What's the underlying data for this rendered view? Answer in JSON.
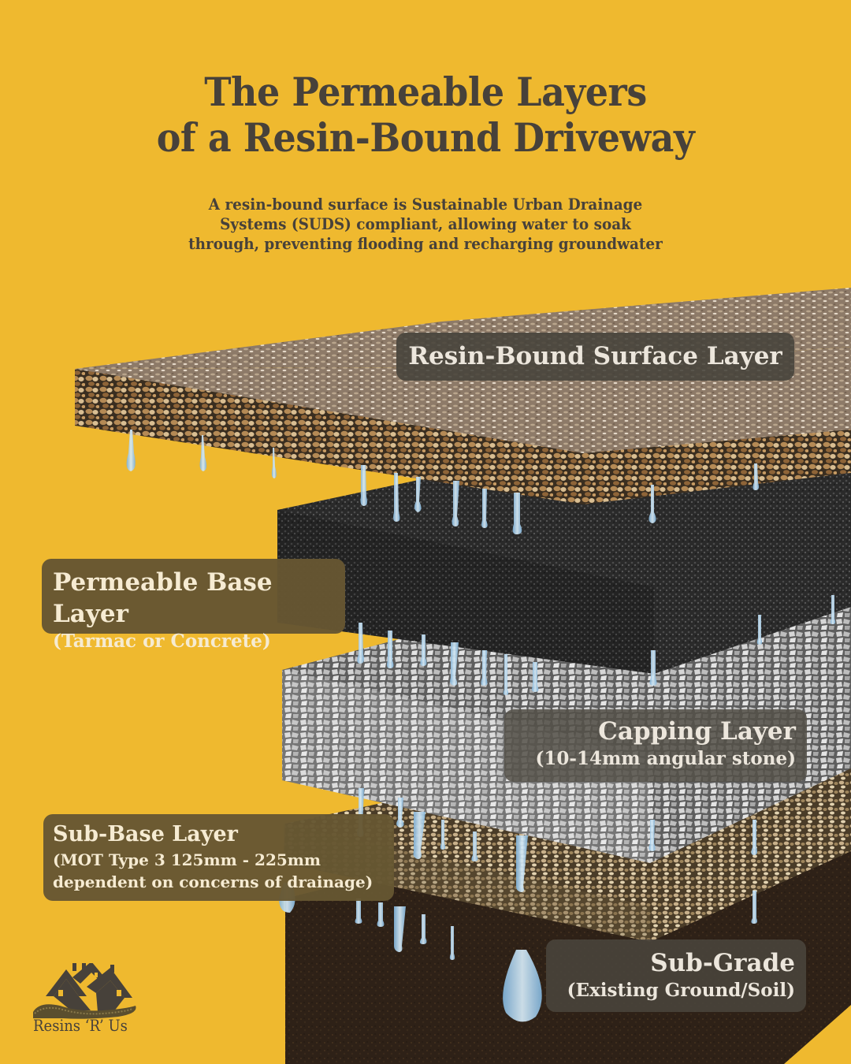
{
  "header": {
    "title_line1": "The Permeable Layers",
    "title_line2": "of a Resin-Bound Driveway",
    "subtitle_line1": "A resin-bound surface is Sustainable Urban Drainage",
    "subtitle_line2": "Systems (SUDS) compliant, allowing water to soak",
    "subtitle_line3": "through, preventing flooding and recharging groundwater"
  },
  "colors": {
    "background": "#EFB92F",
    "title_text": "#47413A",
    "label_dark": "#46423A",
    "label_brown": "#665632",
    "water": "#9CC7E4"
  },
  "layers": [
    {
      "name": "Resin-Bound Surface Layer",
      "detail": ""
    },
    {
      "name": "Permeable Base Layer",
      "detail": "(Tarmac or Concrete)"
    },
    {
      "name": "Capping Layer",
      "detail": "(10-14mm angular stone)"
    },
    {
      "name": "Sub-Base Layer",
      "detail_line1": "(MOT Type 3  125mm - 225mm",
      "detail_line2": "dependent on concerns of drainage)"
    },
    {
      "name": "Sub-Grade",
      "detail": "(Existing Ground/Soil)"
    }
  ],
  "brand": {
    "name": "Resins ‘R’ Us",
    "logo_icon": "houses-with-driveway-icon"
  }
}
